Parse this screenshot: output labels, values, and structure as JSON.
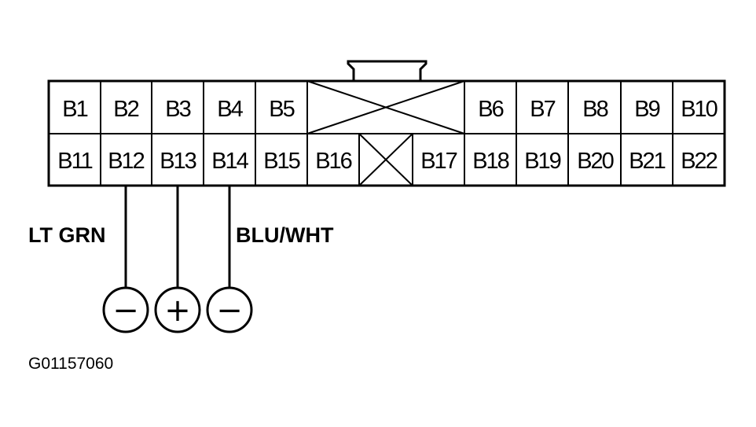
{
  "connector": {
    "row1": [
      "B1",
      "B2",
      "B3",
      "B4",
      "B5",
      "B6",
      "B7",
      "B8",
      "B9",
      "B10"
    ],
    "row2": [
      "B11",
      "B12",
      "B13",
      "B14",
      "B15",
      "B16",
      "B17",
      "B18",
      "B19",
      "B20",
      "B21",
      "B22"
    ]
  },
  "wires": {
    "b12_color": "LT GRN",
    "b14_color": "BLU/WHT"
  },
  "terminals": {
    "b12_symbol": "−",
    "b13_symbol": "+",
    "b14_symbol": "−"
  },
  "figure_code": "G01157060",
  "colors": {
    "ink": "#000000",
    "background": "#ffffff"
  }
}
